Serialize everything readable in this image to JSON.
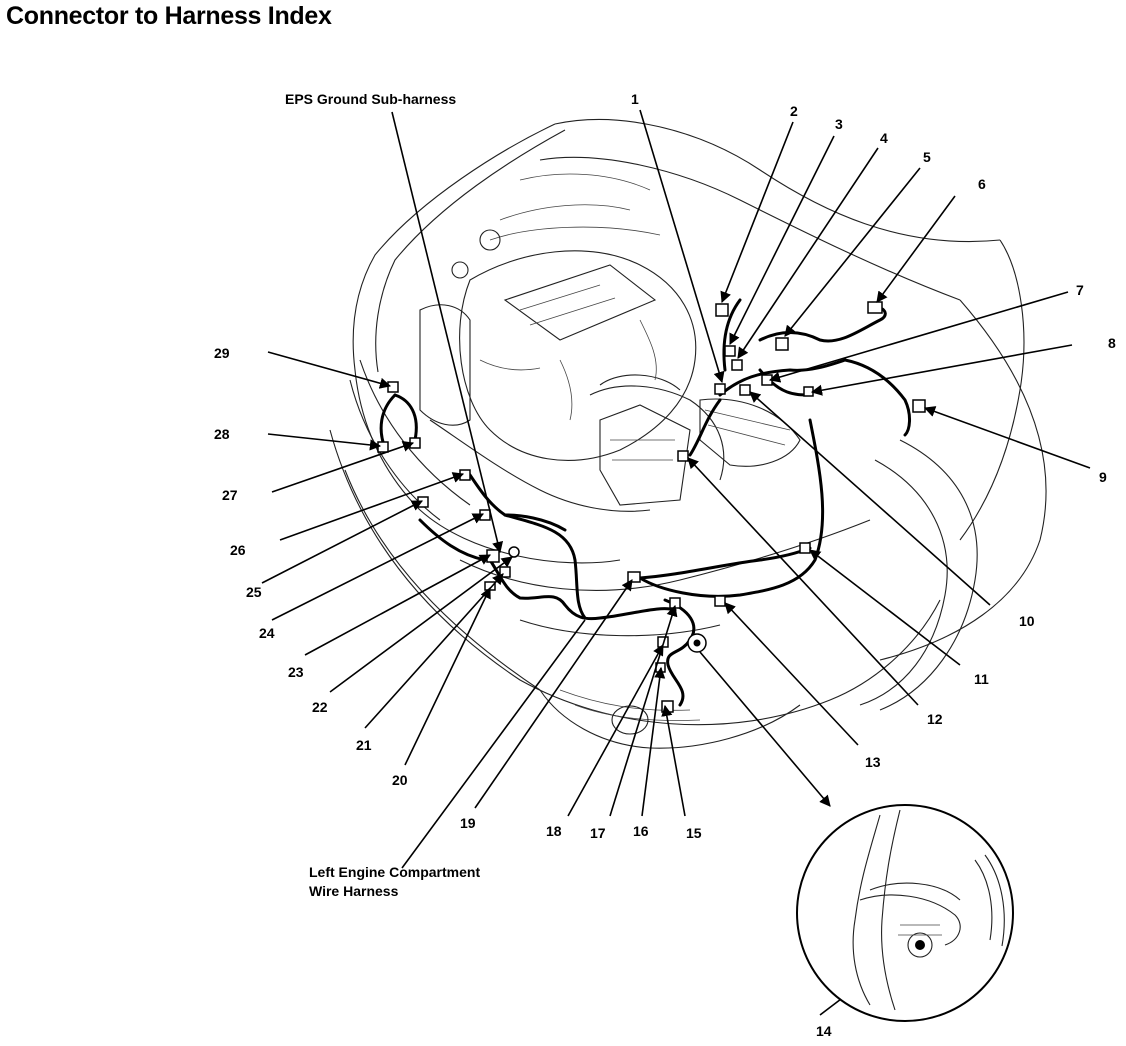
{
  "title": "Connector to Harness Index",
  "harness_labels": {
    "eps_ground": "EPS Ground Sub-harness",
    "left_engine_line1": "Left Engine Compartment",
    "left_engine_line2": "Wire Harness"
  },
  "callouts": [
    "1",
    "2",
    "3",
    "4",
    "5",
    "6",
    "7",
    "8",
    "9",
    "10",
    "11",
    "12",
    "13",
    "14",
    "15",
    "16",
    "17",
    "18",
    "19",
    "20",
    "21",
    "22",
    "23",
    "24",
    "25",
    "26",
    "27",
    "28",
    "29"
  ]
}
